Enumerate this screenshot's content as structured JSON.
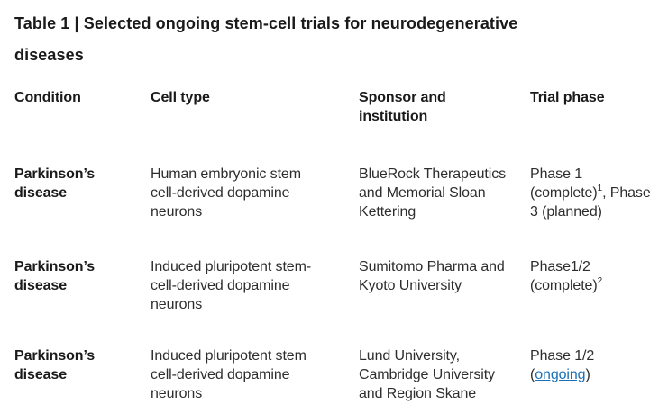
{
  "title": "Table 1 | Selected ongoing stem-cell trials for neurodegenerative\ndiseases",
  "columns": [
    {
      "label": "Condition"
    },
    {
      "label": "Cell type"
    },
    {
      "label": "Sponsor and\ninstitution"
    },
    {
      "label": "Trial phase"
    }
  ],
  "rows": [
    {
      "condition": "Parkinson’s\ndisease",
      "cell_type": "Human embryonic stem\ncell-derived dopamine\nneurons",
      "sponsor": "BlueRock Therapeutics\nand Memorial Sloan\nKettering",
      "phase": {
        "pre": "Phase 1\n(complete)",
        "sup": "1",
        "post": ", Phase\n3 (planned)"
      }
    },
    {
      "condition": "Parkinson’s\ndisease",
      "cell_type": "Induced pluripotent stem-\ncell-derived dopamine\nneurons",
      "sponsor": "Sumitomo Pharma and\nKyoto University",
      "phase": {
        "pre": "Phase1/2\n(complete)",
        "sup": "2",
        "post": ""
      }
    },
    {
      "condition": "Parkinson’s\ndisease",
      "cell_type": "Induced pluripotent stem\ncell-derived dopamine\nneurons",
      "sponsor": "Lund University,\nCambridge University\nand Region Skane",
      "phase": {
        "pre": "Phase 1/2\n(",
        "link_text": "ongoing",
        "post": ")"
      }
    }
  ],
  "colors": {
    "link": "#1a70b8",
    "body_text": "#2d2d2d",
    "heading_text": "#1a1a1a",
    "background": "#ffffff"
  }
}
